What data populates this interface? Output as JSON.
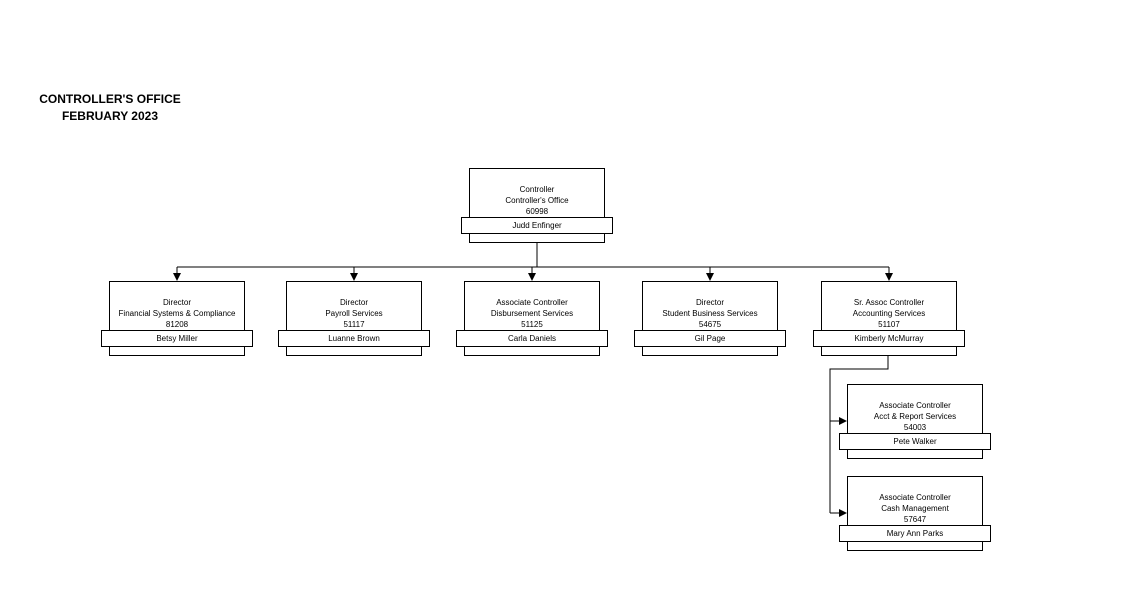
{
  "header": {
    "title": "CONTROLLER'S OFFICE",
    "subtitle": "FEBRUARY 2023"
  },
  "chart": {
    "root": {
      "title": "Controller",
      "unit": "Controller's Office",
      "code": "60998",
      "name": "Judd Enfinger"
    },
    "directs": [
      {
        "title": "Director",
        "unit": "Financial Systems & Compliance",
        "code": "81208",
        "name": "Betsy Miller"
      },
      {
        "title": "Director",
        "unit": "Payroll Services",
        "code": "51117",
        "name": "Luanne Brown"
      },
      {
        "title": "Associate Controller",
        "unit": "Disbursement Services",
        "code": "51125",
        "name": "Carla Daniels"
      },
      {
        "title": "Director",
        "unit": "Student Business Services",
        "code": "54675",
        "name": "Gil Page"
      },
      {
        "title": "Sr. Assoc Controller",
        "unit": "Accounting Services",
        "code": "51107",
        "name": "Kimberly McMurray"
      }
    ],
    "subs": [
      {
        "title": "Associate Controller",
        "unit": "Acct & Report Services",
        "code": "54003",
        "name": "Pete Walker"
      },
      {
        "title": "Associate Controller",
        "unit": "Cash Management",
        "code": "57647",
        "name": "Mary Ann Parks"
      }
    ]
  }
}
